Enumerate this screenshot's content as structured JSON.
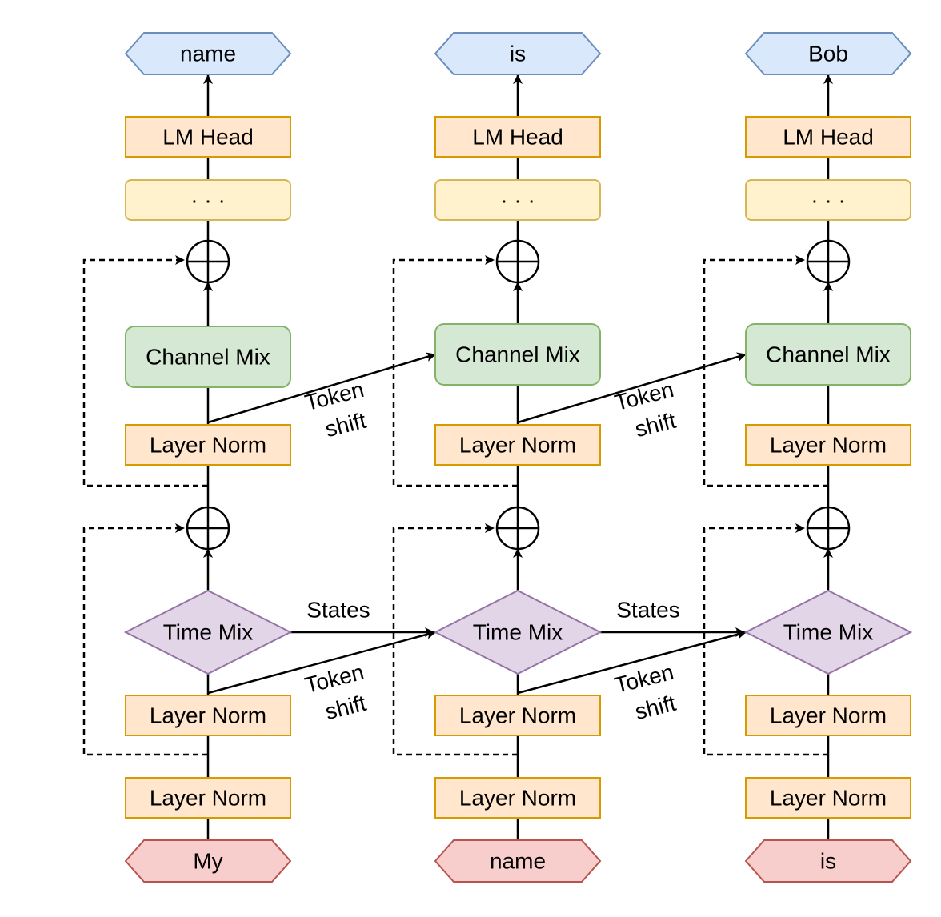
{
  "colors": {
    "output_fill": "#dae8fc",
    "output_stroke": "#6c8ebf",
    "input_fill": "#f8cecc",
    "input_stroke": "#b85450",
    "orange_fill": "#ffe6cc",
    "orange_stroke": "#d79b00",
    "yellow_fill": "#fff2cc",
    "yellow_stroke": "#d6b656",
    "green_fill": "#d5e8d4",
    "green_stroke": "#82b366",
    "purple_fill": "#e1d5e7",
    "purple_stroke": "#9673a6"
  },
  "columns": [
    {
      "output": "name",
      "lm_head": "LM Head",
      "ellipsis": "· · ·",
      "channel_mix": "Channel Mix",
      "layer_norm_upper": "Layer Norm",
      "time_mix": "Time Mix",
      "layer_norm_middle": "Layer Norm",
      "layer_norm_bottom": "Layer Norm",
      "input": "My"
    },
    {
      "output": "is",
      "lm_head": "LM Head",
      "ellipsis": "· · ·",
      "channel_mix": "Channel Mix",
      "layer_norm_upper": "Layer Norm",
      "time_mix": "Time Mix",
      "layer_norm_middle": "Layer Norm",
      "layer_norm_bottom": "Layer Norm",
      "input": "name"
    },
    {
      "output": "Bob",
      "lm_head": "LM Head",
      "ellipsis": "· · ·",
      "channel_mix": "Channel Mix",
      "layer_norm_upper": "Layer Norm",
      "time_mix": "Time Mix",
      "layer_norm_middle": "Layer Norm",
      "layer_norm_bottom": "Layer Norm",
      "input": "is"
    }
  ],
  "edge_labels": {
    "token_shift": [
      "Token",
      "shift"
    ],
    "states": "States"
  }
}
